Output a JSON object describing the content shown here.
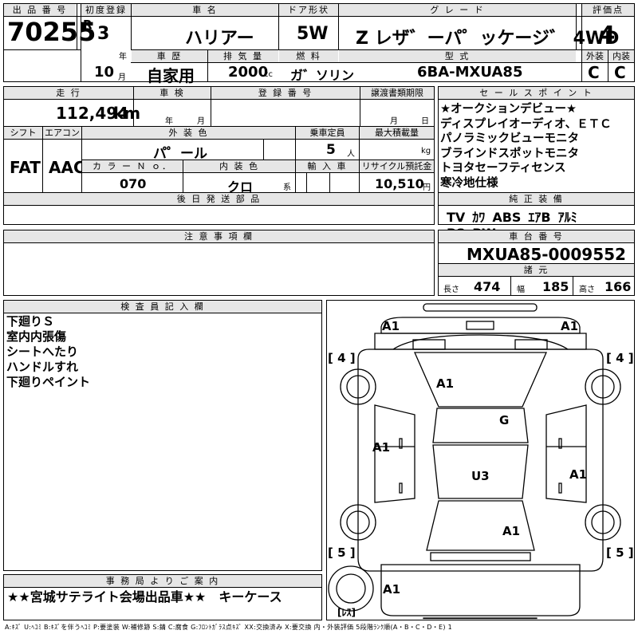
{
  "headers": {
    "lot_no": "出 品 番 号",
    "first_reg": "初度登録",
    "car_name": "車 名",
    "door": "ドア形状",
    "grade": "グ レ ー ド",
    "score": "評価点",
    "history": "車 歴",
    "displacement": "排 気 量",
    "fuel": "燃 料",
    "model_code": "型 式",
    "exterior": "外装",
    "interior": "内装",
    "mileage": "走 行",
    "inspection": "車 検",
    "reg_no": "登 録 番 号",
    "transfer_deadline": "譲渡書類期限",
    "shift": "シフト",
    "aircon": "エアコン",
    "ext_color": "外 装 色",
    "capacity": "乗車定員",
    "max_load": "最大積載量",
    "color_no": "カ ラ ー Ｎ ｏ．",
    "int_color": "内 装 色",
    "import": "輸 入 車",
    "recycle": "リサイクル預託金",
    "later_parts": "後 日 発 送 部 品",
    "sales_points": "セ ー ル ス ポ イ ン ト",
    "standard_equipment": "純 正 装 備",
    "remarks": "注 意 事 項 欄",
    "chassis_no": "車 台 番 号",
    "dimensions": "諸 元",
    "inspector": "検 査 員 記 入 欄",
    "office": "事 務 局 よ り ご 案 内"
  },
  "vehicle": {
    "lot_no": "70255",
    "era": "R",
    "reg_year": "3",
    "year_unit": "年",
    "reg_month": "10",
    "month_unit": "月",
    "name": "ハリアー",
    "door": "5W",
    "grade": "Z レザ゛ーパ゜ッケージ゛ 4WD",
    "score": "4",
    "history": "自家用",
    "displacement": "2000",
    "displacement_unit": "cc",
    "fuel": "ガ゛ソリン",
    "model_code": "6BA-MXUA85",
    "ext_grade": "C",
    "int_grade": "C",
    "mileage": "112,494",
    "mileage_unit": "km",
    "inspection_year_unit": "年",
    "inspection_month_unit": "月",
    "transfer_month_unit": "月",
    "transfer_day_unit": "日",
    "shift": "FAT",
    "aircon": "AAC",
    "ext_color": "パ゜ール",
    "capacity": "5",
    "capacity_unit": "人",
    "load_unit": "kg",
    "color_no": "070",
    "int_color": "クロ",
    "int_color_unit": "系",
    "recycle": "10,510",
    "recycle_unit": "円",
    "chassis_no": "MXUA85-0009552",
    "length_label": "長さ",
    "length": "474",
    "width_label": "幅",
    "width": "185",
    "height_label": "高さ",
    "height": "166"
  },
  "sales_points": [
    "★オークションデビュー★",
    "ディスプレイオーディオ、ＥＴＣ",
    "パノラミックビューモニタ",
    "ブラインドスポットモニタ",
    "トヨタセーフティセンス",
    "寒冷地仕様"
  ],
  "equipment": [
    "TV",
    "ｶﾜ",
    "ABS",
    "ｴｱB",
    "ｱﾙﾐ",
    "PS",
    "PW"
  ],
  "inspector_notes": [
    "下廻りＳ",
    "室内内張傷",
    "シートへたり",
    "ハンドルすれ",
    "下廻りペイント"
  ],
  "office_note": "★★宮城サテライト会場出品車★★　キーケース",
  "diagram": {
    "front_left": "A1",
    "front_right": "A1",
    "hood": "A1",
    "glass": "G",
    "left_door": "A1",
    "right_door": "A1",
    "roof": "U3",
    "trunk": "A1",
    "rear_left": "A1",
    "tire_fl": "[ 4 ]",
    "tire_fr": "[ 4 ]",
    "tire_rl": "[ 5 ]",
    "tire_rr": "[ 5 ]",
    "spare": "[ﾚｽ]"
  },
  "legend": "A:ｷｽﾞ  U:ﾍｺﾐ B:ｷｽﾞを伴うﾍｺﾐ P:要塗装 W:補修跡 S:錆 C:腐食 G:ﾌﾛﾝﾄｶﾞﾗｽ点ｷｽﾞ XX:交換済み X:要交換  内・外装評価  5段階ﾗﾝｸ順(A・B・C・D・E) 1"
}
